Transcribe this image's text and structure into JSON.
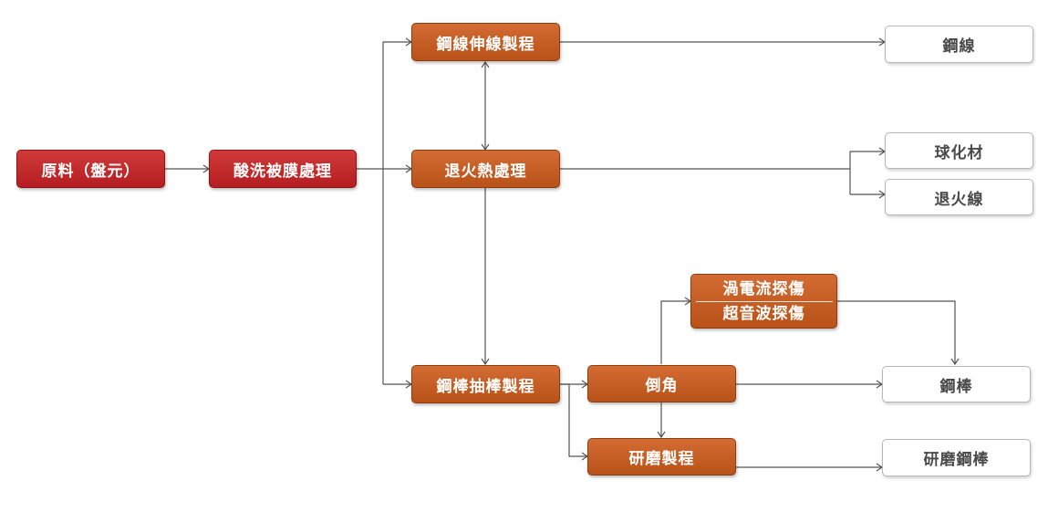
{
  "nodes": {
    "raw_material": "原料（盤元）",
    "pickling_coating": "酸洗被膜處理",
    "wire_drawing": "鋼線伸線製程",
    "annealing": "退火熱處理",
    "bar_drawing": "鋼棒抽棒製程",
    "chamfering": "倒角",
    "grinding": "研磨製程",
    "eddy_current_testing": "渦電流探傷",
    "ultrasonic_testing": "超音波探傷"
  },
  "products": {
    "steel_wire": "鋼線",
    "spheroidized_material": "球化材",
    "annealed_wire": "退火線",
    "steel_bar": "鋼棒",
    "ground_steel_bar": "研磨鋼棒"
  },
  "colors": {
    "raw_fill": "#c52a2b",
    "process_fill": "#c5602a",
    "product_border": "#b7b7b7",
    "connector": "#555555"
  }
}
